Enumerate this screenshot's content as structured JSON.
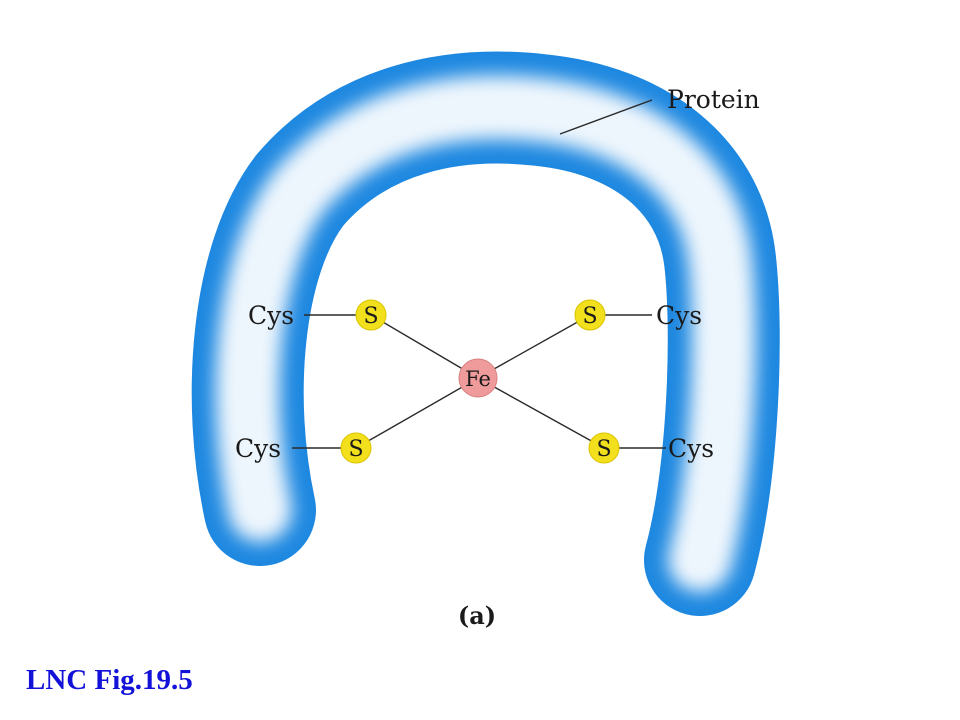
{
  "diagram": {
    "protein_label": "Protein",
    "residue_label": "Cys",
    "sulfur_label": "S",
    "iron_label": "Fe",
    "panel_label": "(a)"
  },
  "caption": "LNC Fig.19.5",
  "colors": {
    "protein_outer": "#1e88e0",
    "protein_inner": "#eef6fd",
    "sulfur": "#f2e01c",
    "iron": "#ef9b9b",
    "caption": "#1212d8"
  }
}
